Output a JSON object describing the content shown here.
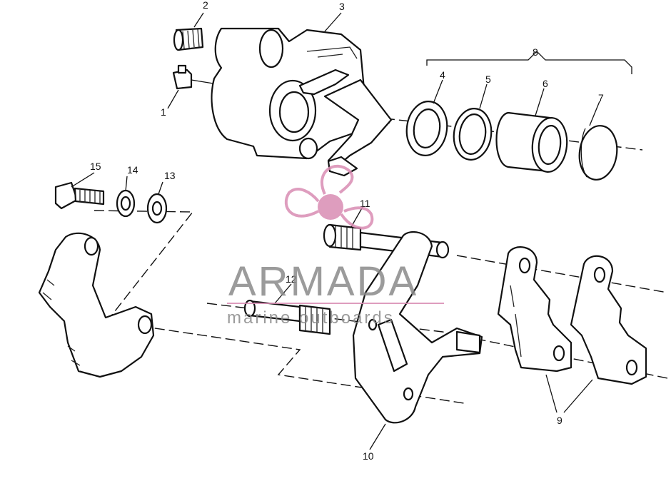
{
  "diagram": {
    "part_numbers": [
      "1",
      "2",
      "3",
      "4",
      "5",
      "6",
      "7",
      "8",
      "9",
      "10",
      "11",
      "12",
      "13",
      "14",
      "15"
    ]
  },
  "watermark": {
    "brand": "ARMADA",
    "tagline": "marine outboards",
    "text_color": "#8a8a8a",
    "logo_color": "#d98cb3"
  }
}
